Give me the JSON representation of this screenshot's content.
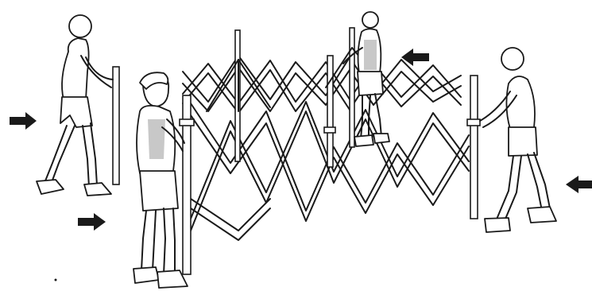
{
  "figure": {
    "description_text": "",
    "colors": {
      "ink": "#1a1a1a",
      "background": "#ffffff",
      "shade": "#9a9a9a"
    },
    "arrows": [
      {
        "name": "arrow-left-outer",
        "direction": "right"
      },
      {
        "name": "arrow-left-lower",
        "direction": "right"
      },
      {
        "name": "arrow-back-center",
        "direction": "left"
      },
      {
        "name": "arrow-right-outer",
        "direction": "left"
      }
    ],
    "people": [
      {
        "name": "person-left-back"
      },
      {
        "name": "person-left-front"
      },
      {
        "name": "person-back-center"
      },
      {
        "name": "person-right"
      }
    ],
    "icons": [
      "arrow-right-icon",
      "arrow-left-icon"
    ]
  }
}
